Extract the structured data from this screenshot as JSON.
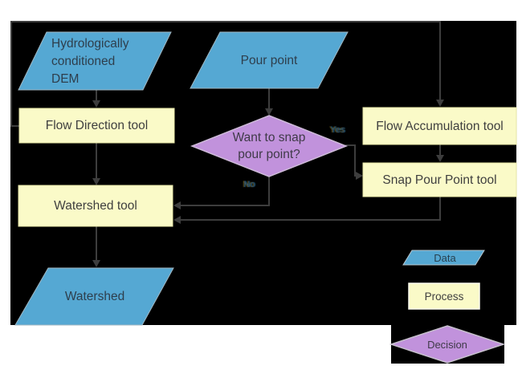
{
  "page": {
    "background": "#ffffff",
    "canvas_background": "#000000"
  },
  "nodes": {
    "dem": {
      "label": "Hydrologically\nconditioned\nDEM",
      "type": "data"
    },
    "pour_point": {
      "label": "Pour point",
      "type": "data"
    },
    "flow_direction": {
      "label": "Flow Direction tool",
      "type": "process"
    },
    "flow_accumulation": {
      "label": "Flow Accumulation tool",
      "type": "process"
    },
    "snap_pour_point": {
      "label": "Snap Pour Point tool",
      "type": "process"
    },
    "watershed_tool": {
      "label": "Watershed tool",
      "type": "process"
    },
    "watershed": {
      "label": "Watershed",
      "type": "data"
    },
    "snap_decision": {
      "label": "Want to snap\npour point?",
      "type": "decision"
    }
  },
  "edge_labels": {
    "yes": "Yes",
    "no": "No"
  },
  "edges": [
    {
      "from": "dem",
      "to": "flow_direction"
    },
    {
      "from": "pour_point",
      "to": "snap_decision"
    },
    {
      "from": "flow_direction",
      "to": "flow_accumulation"
    },
    {
      "from": "flow_direction",
      "to": "watershed_tool"
    },
    {
      "from": "flow_accumulation",
      "to": "snap_pour_point"
    },
    {
      "from": "snap_decision",
      "to": "snap_pour_point",
      "label": "Yes"
    },
    {
      "from": "snap_decision",
      "to": "watershed_tool",
      "label": "No"
    },
    {
      "from": "snap_pour_point",
      "to": "watershed_tool"
    },
    {
      "from": "watershed_tool",
      "to": "watershed"
    }
  ],
  "legend": {
    "data_label": "Data",
    "process_label": "Process",
    "decision_label": "Decision"
  },
  "colors": {
    "data_fill": "#55a8d3",
    "process_fill": "#fafac8",
    "decision_fill": "#c192dc",
    "connector": "#3d3d3d"
  }
}
